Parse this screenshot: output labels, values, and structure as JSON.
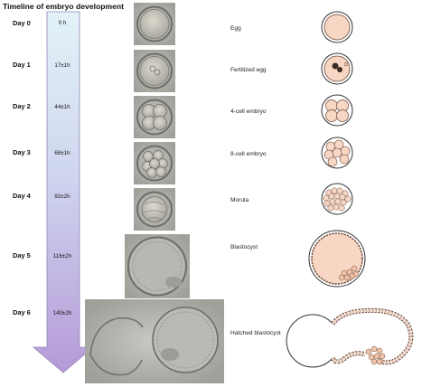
{
  "title": "Timeline of embryo development",
  "colors": {
    "arrow_top": "#e3f2f8",
    "arrow_bottom": "#b59ad8",
    "cell_fill": "#f7d6c4",
    "cell_stroke": "#6b4a3a",
    "micrograph_bg": "#a9aaa4"
  },
  "stages": [
    {
      "day": "Day 0",
      "time": "0 h",
      "label": "Egg",
      "icon": "egg-icon"
    },
    {
      "day": "Day 1",
      "time": "17±1h",
      "label": "Fertilized egg",
      "icon": "fertilized-egg-icon"
    },
    {
      "day": "Day 2",
      "time": "44±1h",
      "label": "4-cell embryo",
      "icon": "four-cell-embryo-icon"
    },
    {
      "day": "Day 3",
      "time": "68±1h",
      "label": "8-cell embryo",
      "icon": "eight-cell-embryo-icon"
    },
    {
      "day": "Day 4",
      "time": "92±2h",
      "label": "Morula",
      "icon": "morula-icon"
    },
    {
      "day": "Day 5",
      "time": "116±2h",
      "label": "Blastocyst",
      "icon": "blastocyst-icon"
    },
    {
      "day": "Day 6",
      "time": "140±2h",
      "label": "Hatched blastocyst",
      "icon": "hatched-blastocyst-icon"
    }
  ]
}
